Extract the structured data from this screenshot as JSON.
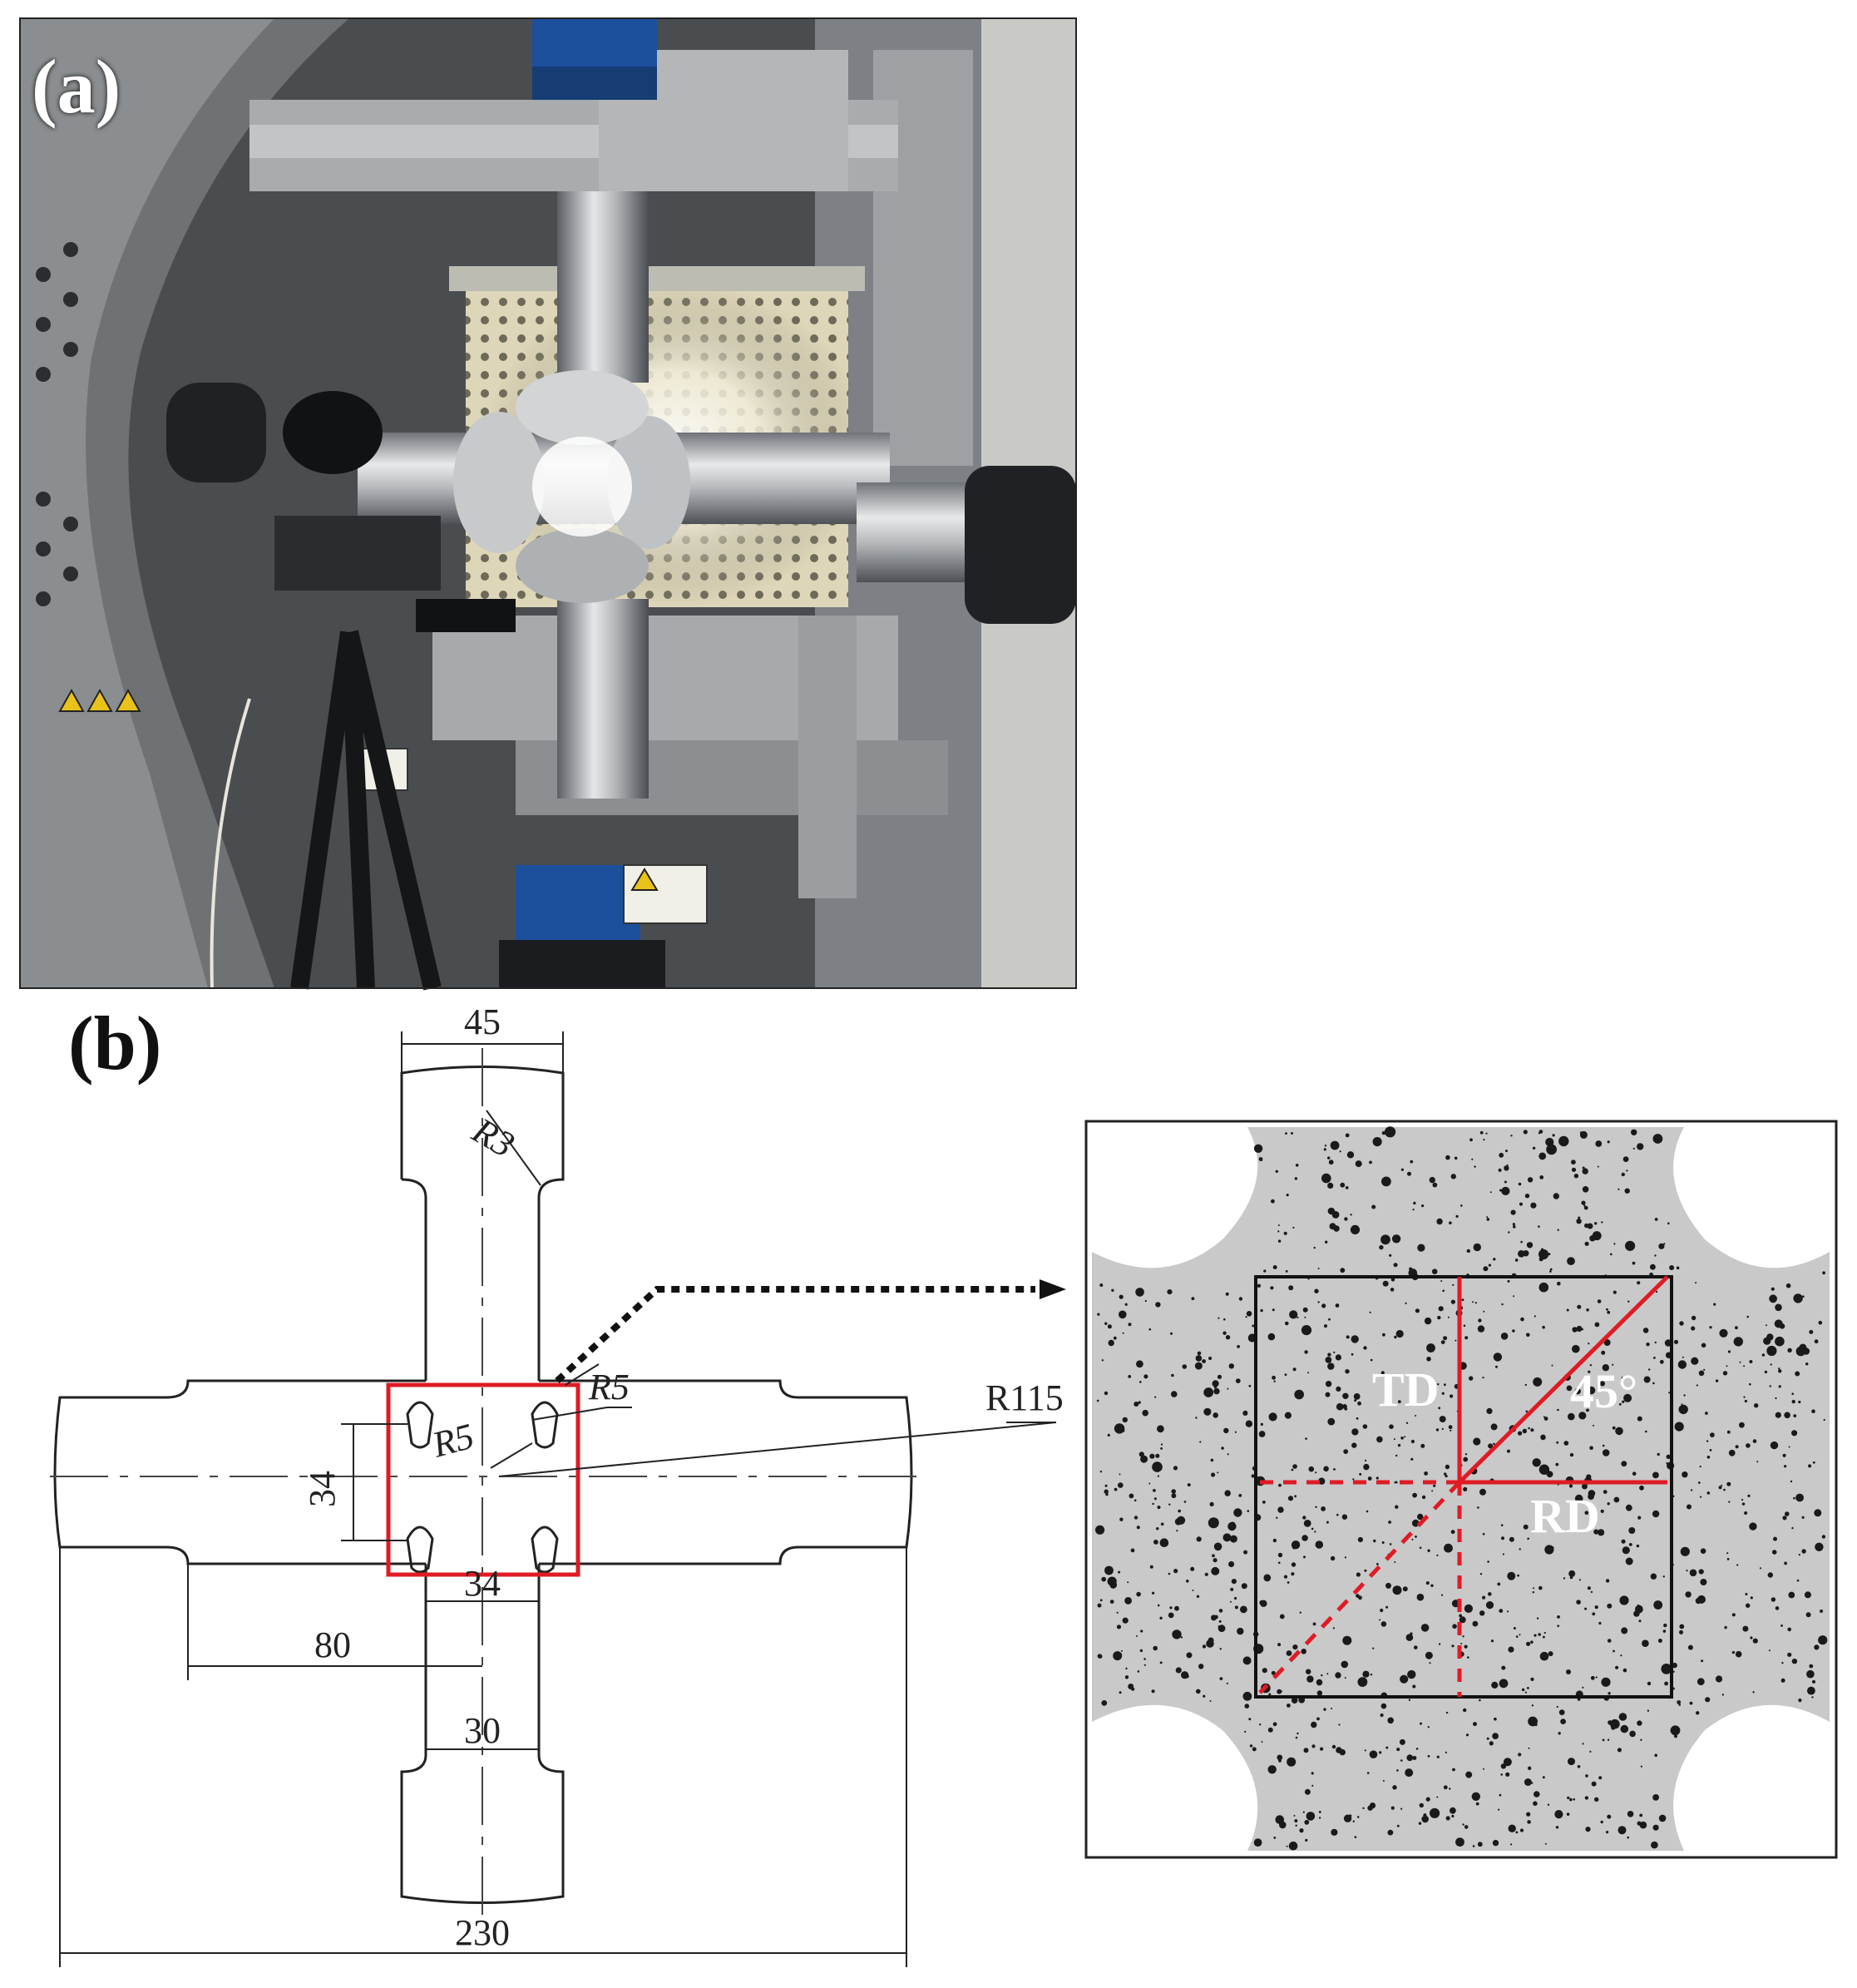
{
  "panel_a": {
    "label": "(a)",
    "description_icon": "biaxial-testing-machine-photo"
  },
  "panel_b": {
    "label": "(b)",
    "dimensions": {
      "top_width": "45",
      "top_radius": "R3",
      "gauge_radius_right": "R5",
      "gauge_radius_inner": "R5",
      "outer_radius": "R115",
      "gauge_height": "34",
      "gauge_width": "34",
      "arm_length": "80",
      "arm_width": "30",
      "total_width": "230"
    },
    "speckle_view": {
      "td_label": "TD",
      "rd_label": "RD",
      "angle_label": "45°"
    }
  },
  "colors": {
    "highlight_red": "#e01b24",
    "line_dark": "#222222",
    "speckle_bg": "#c9c9c9"
  }
}
